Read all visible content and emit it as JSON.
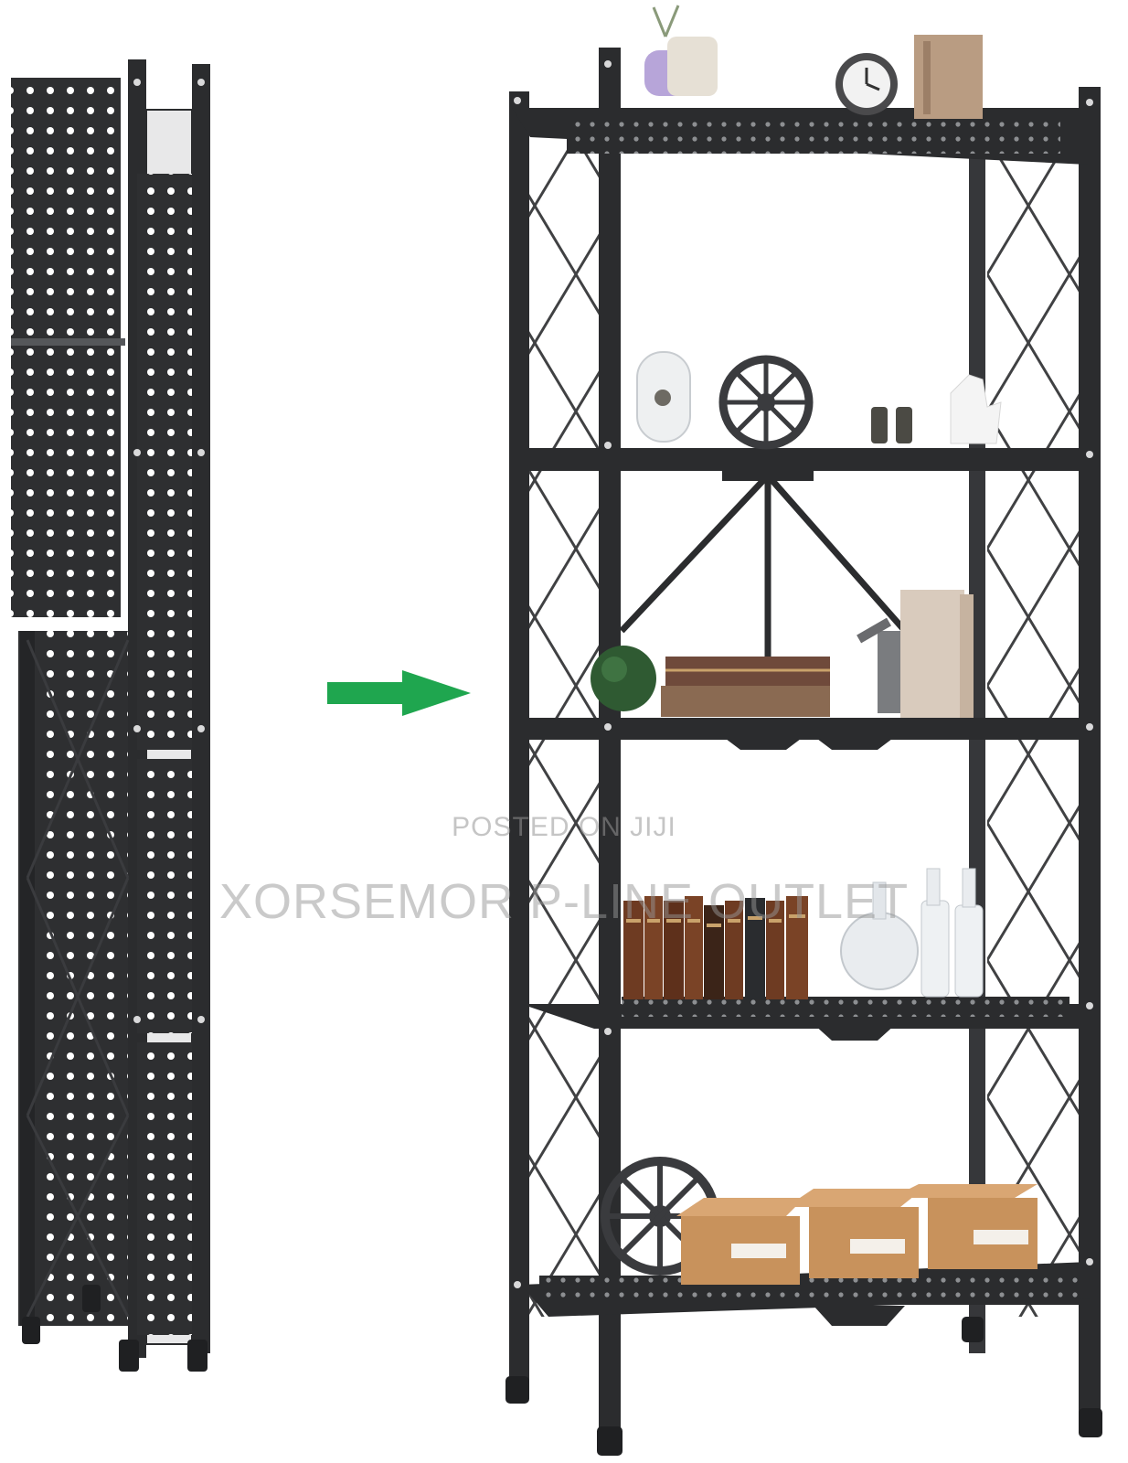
{
  "watermark": {
    "line1": "POSTED ON JIJI",
    "line2": "XORSEMOR P-LINE OUTLET"
  },
  "colors": {
    "metal": "#2b2c2e",
    "metal_light": "#3a3b3e",
    "arrow": "#1fa64f",
    "book_brown": "#6e3b22",
    "box_kraft": "#c8925c"
  },
  "scene": {
    "left_item": "folded-rack",
    "right_item": "unfolded-5-tier-shelf",
    "arrow_direction": "right"
  }
}
